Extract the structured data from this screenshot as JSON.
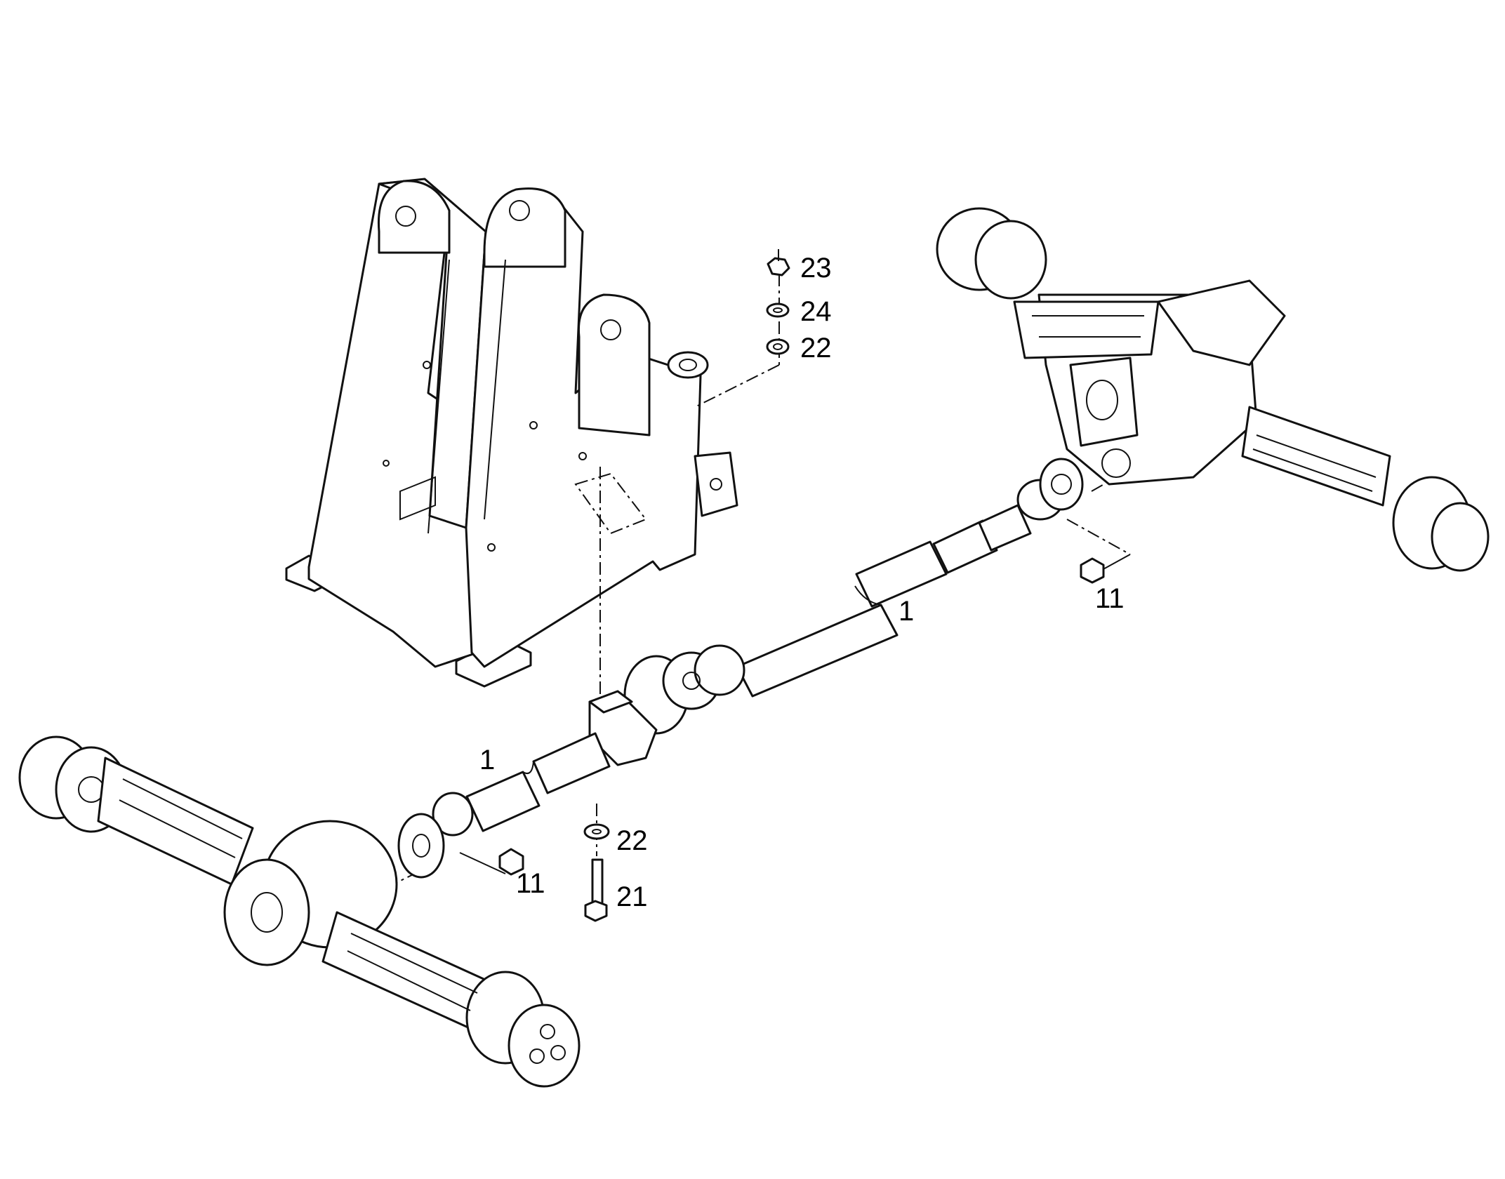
{
  "callouts": {
    "c23": "23",
    "c24": "24",
    "c22_top": "22",
    "c11_right": "11",
    "c1_upper": "1",
    "c1_lower": "1",
    "c22_bottom": "22",
    "c21": "21",
    "c11_left": "11"
  }
}
